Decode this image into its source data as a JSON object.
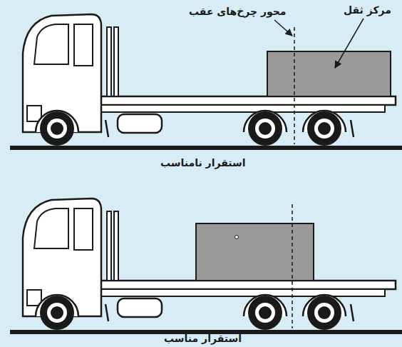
{
  "diagram": {
    "labels": [
      "محور چرخ‌های عقب",
      "مرکز ثقل",
      "استقرار نامناسب",
      "استقرار مناسب"
    ]
  }
}
